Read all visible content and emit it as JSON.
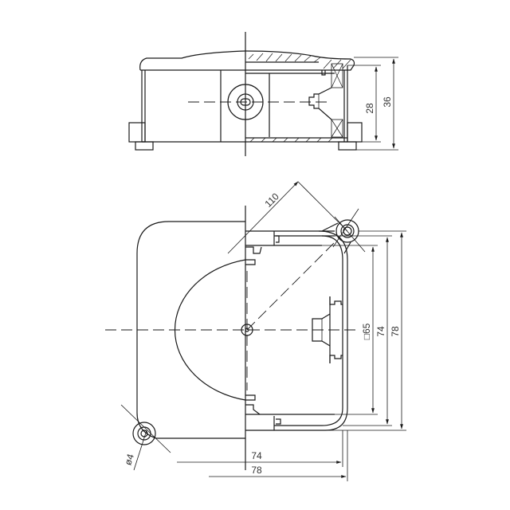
{
  "drawing": {
    "type": "technical-drawing",
    "views": [
      "side-section-view",
      "top-plan-view"
    ],
    "line_color": "#1a1a1a",
    "text_color": "#333333",
    "background": "#ffffff"
  },
  "side_view": {
    "dimensions": {
      "inner_height": "28",
      "outer_height": "36"
    }
  },
  "top_view": {
    "dimensions": {
      "diagonal": "110",
      "inner_square": "□65",
      "vertical_mid": "74",
      "vertical_outer": "78",
      "horizontal_mid": "74",
      "horizontal_outer": "78",
      "hole_diameter": "ø4"
    }
  }
}
